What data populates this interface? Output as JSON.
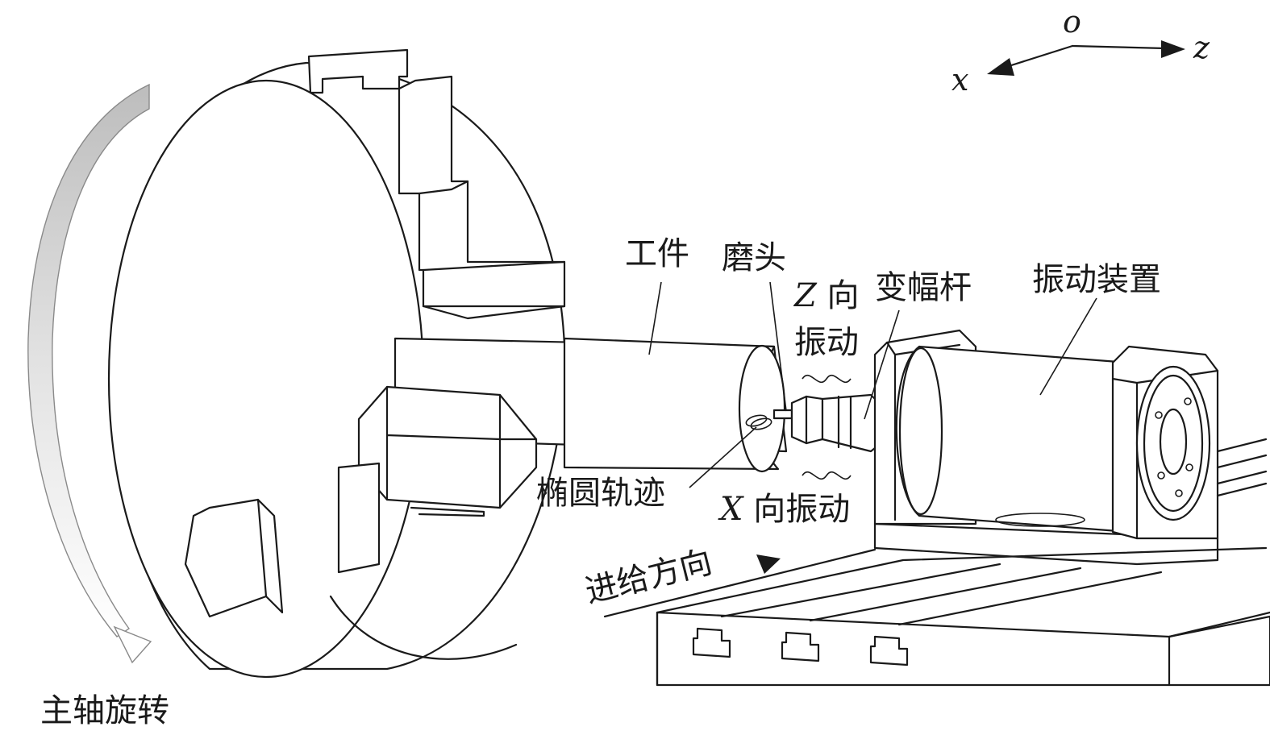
{
  "axes": {
    "origin": "o",
    "z": "z",
    "x": "x"
  },
  "labels": {
    "workpiece": "工件",
    "grinding_head": "磨头",
    "z_vibration_axis": "Z",
    "z_vibration_suffix": " 向",
    "z_vibration_line2": "振动",
    "horn": "变幅杆",
    "vibration_device": "振动装置",
    "ellipse_path": "椭圆轨迹",
    "x_vibration_axis": "X",
    "x_vibration_suffix": " 向振动",
    "feed_direction": "进给方向",
    "spindle_rotation": "主轴旋转"
  },
  "colors": {
    "line": "#1a1a1a",
    "arrow_gray": "#c8c8c8"
  }
}
